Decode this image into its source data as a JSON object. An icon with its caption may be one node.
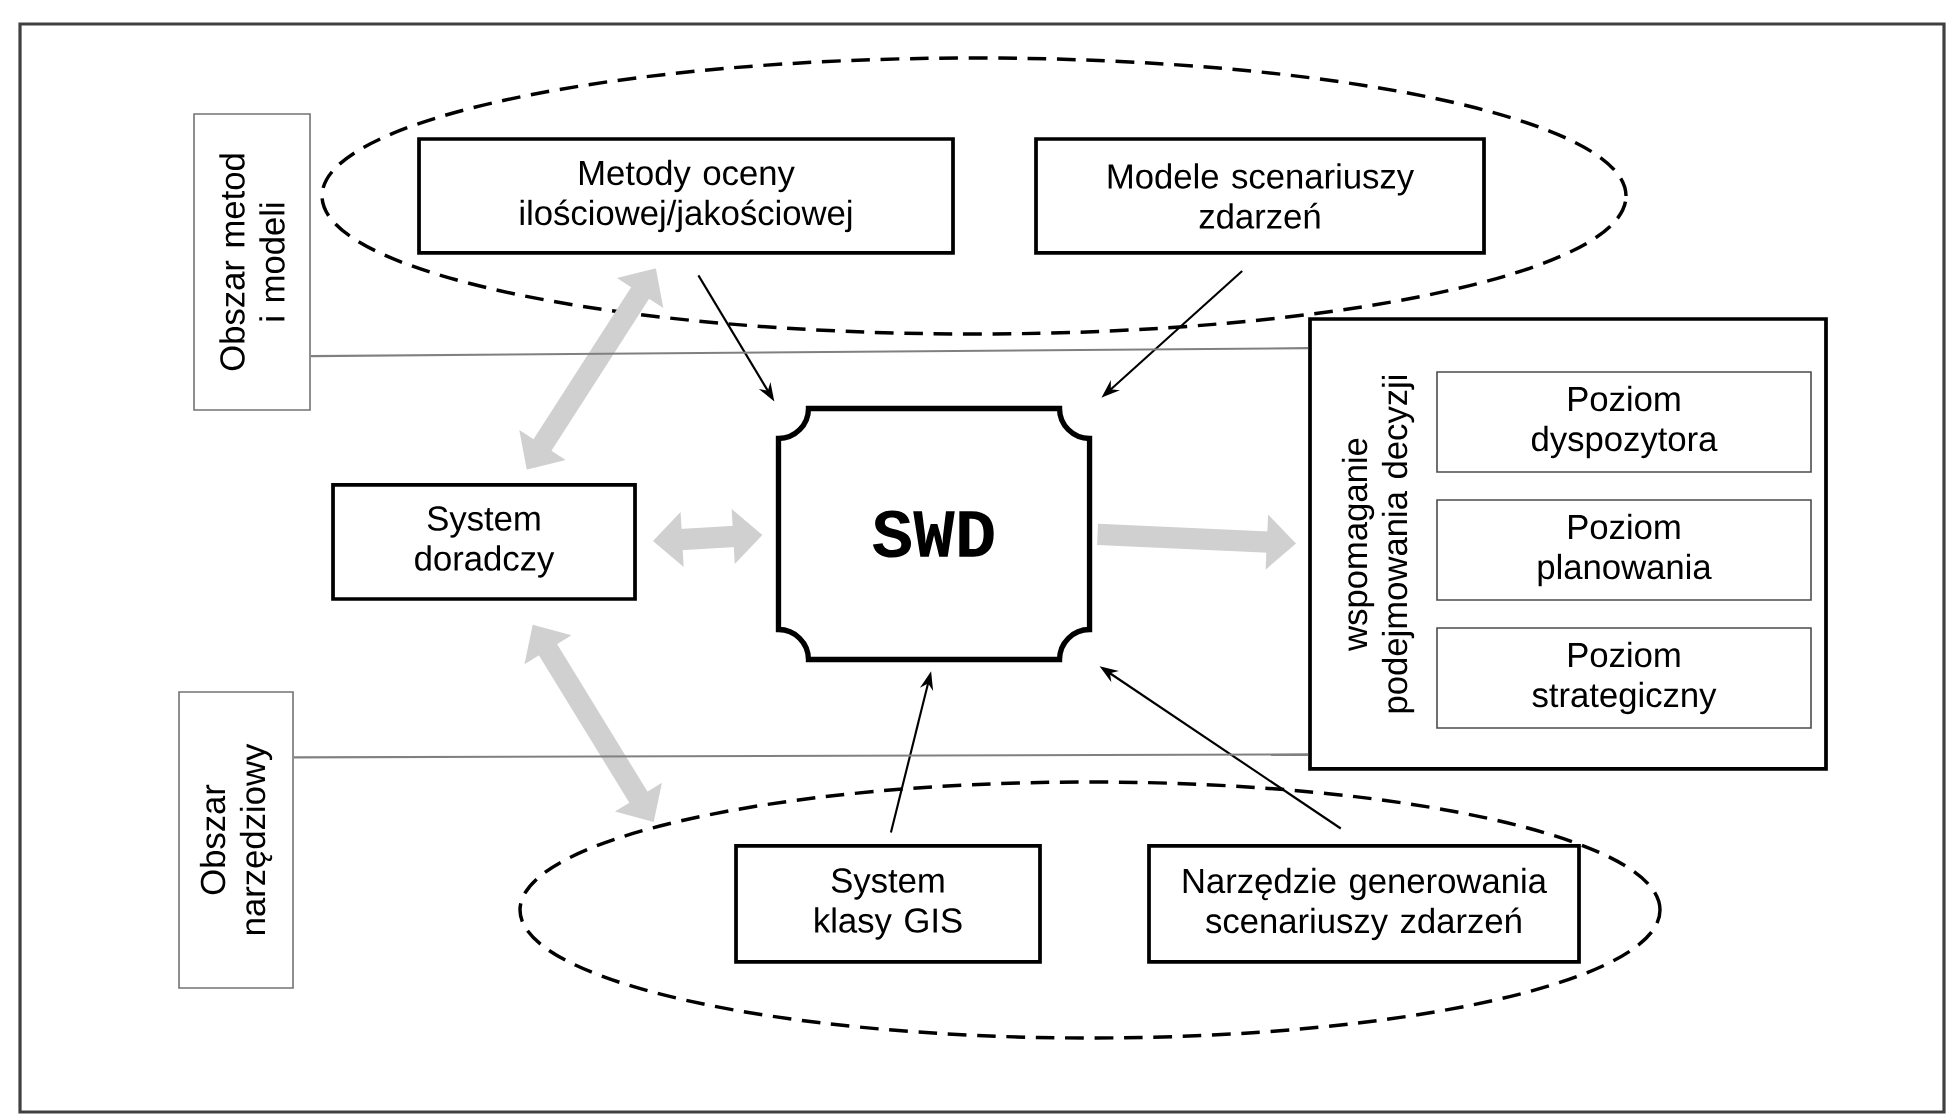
{
  "diagram": {
    "nodes": [
      {
        "text": [],
        "shape": "ellipse"
      },
      {
        "text": [
          "Metody oceny ilościowej/jakościowej"
        ],
        "in": 0
      },
      {
        "text": [
          "Modele scenariuszy zdarzeń"
        ],
        "in": 0
      },
      {
        "text": [
          "Obszar metod i modeli"
        ]
      },
      {
        "text": [
          "System doradczy"
        ]
      },
      {
        "text": [
          "SWD"
        ]
      },
      {
        "text": [
          "wspomaganie podejmowania decyzji"
        ]
      },
      {
        "text": [
          "Poziom dyspozytora"
        ],
        "in": 6
      },
      {
        "text": [
          "Poziom planowania"
        ],
        "in": 6
      },
      {
        "text": [
          "Poziom strategiczny"
        ],
        "in": 6
      },
      {
        "text": [
          "Obszar narzędziowy"
        ]
      },
      {
        "text": [],
        "shape": "ellipse"
      },
      {
        "text": [
          "System klasy GIS"
        ],
        "in": 11
      },
      {
        "text": [
          "Narzędzie generowania scenariuszy zdarzeń"
        ],
        "in": 11
      }
    ],
    "edges": [
      {
        "from": 1,
        "to": 5,
        "arrow": "to"
      },
      {
        "from": 2,
        "to": 5,
        "arrow": "to"
      },
      {
        "from": 12,
        "to": 5,
        "arrow": "to"
      },
      {
        "from": 13,
        "to": 5,
        "arrow": "to"
      },
      {
        "from": 4,
        "to": 5,
        "arrow": "both",
        "style": "thick",
        "color": "#d0d0d0"
      },
      {
        "from": 4,
        "to": 1,
        "arrow": "both",
        "style": "thick",
        "color": "#d0d0d0"
      },
      {
        "from": 4,
        "to": 11,
        "arrow": "both",
        "style": "thick",
        "color": "#d0d0d0"
      },
      {
        "from": 5,
        "to": 6,
        "arrow": "to",
        "style": "thick",
        "color": "#d0d0d0"
      },
      {
        "from": 3,
        "to": 6,
        "arrow": "none",
        "color": "#808080"
      },
      {
        "from": 10,
        "to": 6,
        "arrow": "none",
        "color": "#808080"
      }
    ]
  }
}
